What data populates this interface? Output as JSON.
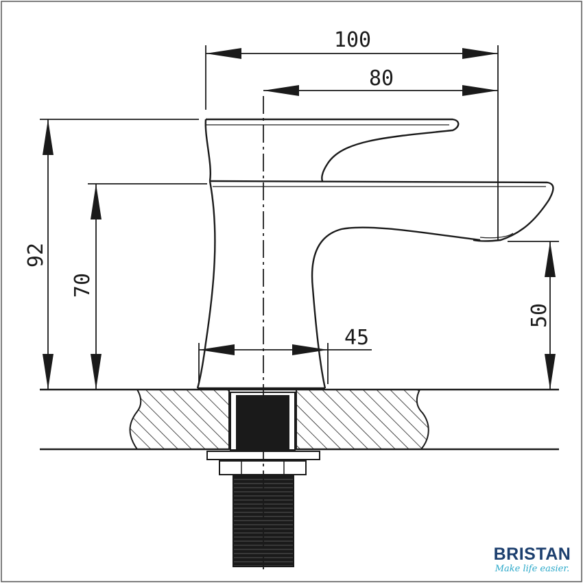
{
  "dimensions": {
    "overall_width": "100",
    "spout_reach": "80",
    "overall_height": "92",
    "body_height": "70",
    "spout_height": "50",
    "base_diameter": "45"
  },
  "brand": {
    "name": "BRISTAN",
    "tagline": "Make life easier.",
    "color": "#1c3f6e",
    "tagline_color": "#2aa8c9"
  },
  "line_color": "#1a1a1a"
}
